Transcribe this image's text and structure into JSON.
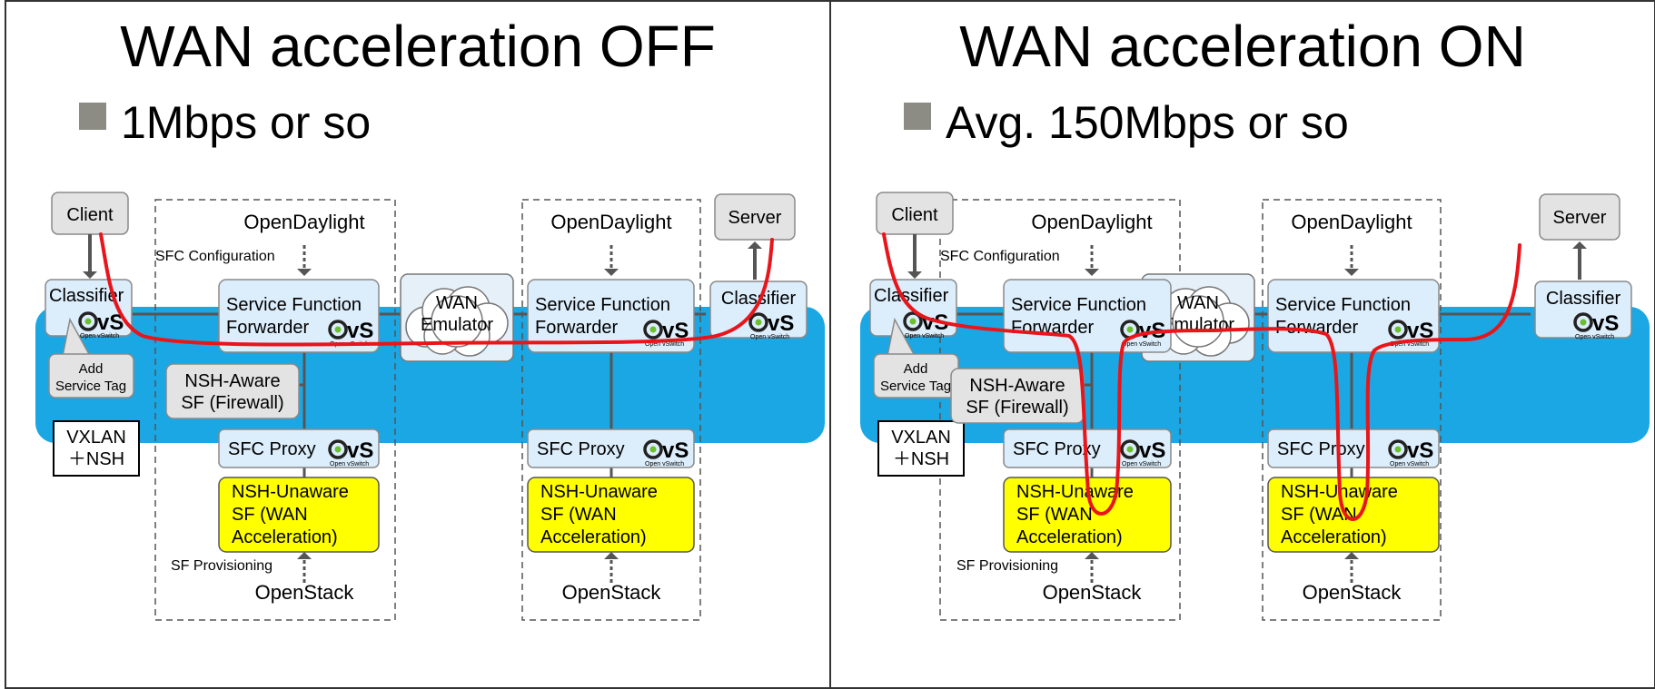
{
  "colors": {
    "accent_blue": "#1aa7e3",
    "route_red": "#e8151b",
    "highlight_yellow": "#ffff00",
    "box_blue": "#dcedfb",
    "box_gray": "#e3e3e3"
  },
  "panels": [
    {
      "title": "WAN acceleration OFF",
      "bullet": "1Mbps or so",
      "client": "Client",
      "server": "Server",
      "classifier_left": "Classifier",
      "classifier_right": "Classifier",
      "add_service_tag": [
        "Add",
        "Service Tag"
      ],
      "vxlan_nsh": [
        "VXLAN",
        "＋NSH"
      ],
      "nsh_aware": [
        "NSH-Aware",
        "SF (Firewall)"
      ],
      "wan_emulator": [
        "WAN",
        "Emulator"
      ],
      "domains": [
        {
          "controller": "OpenDaylight",
          "sfc_configuration": "SFC Configuration",
          "sff": [
            "Service Function",
            "Forwarder"
          ],
          "sfc_proxy": "SFC Proxy",
          "nsh_unaware": [
            "NSH-Unaware",
            "SF (WAN",
            "Acceleration)"
          ],
          "sf_provisioning": "SF Provisioning",
          "orchestrator": "OpenStack"
        },
        {
          "controller": "OpenDaylight",
          "sfc_configuration": "",
          "sff": [
            "Service Function",
            "Forwarder"
          ],
          "sfc_proxy": "SFC Proxy",
          "nsh_unaware": [
            "NSH-Unaware",
            "SF (WAN",
            "Acceleration)"
          ],
          "sf_provisioning": "",
          "orchestrator": "OpenStack"
        }
      ],
      "ovs_label": "OvS",
      "ovs_sublabel": "Open vSwitch",
      "wan_acceleration": "off"
    },
    {
      "title": "WAN acceleration ON",
      "bullet": "Avg. 150Mbps or so",
      "client": "Client",
      "server": "Server",
      "classifier_left": "Classifier",
      "classifier_right": "Classifier",
      "add_service_tag": [
        "Add",
        "Service Tag"
      ],
      "vxlan_nsh": [
        "VXLAN",
        "＋NSH"
      ],
      "nsh_aware": [
        "NSH-Aware",
        "SF (Firewall)"
      ],
      "wan_emulator": [
        "WAN",
        "Emulator"
      ],
      "domains": [
        {
          "controller": "OpenDaylight",
          "sfc_configuration": "SFC Configuration",
          "sff": [
            "Service Function",
            "Forwarder"
          ],
          "sfc_proxy": "SFC Proxy",
          "nsh_unaware": [
            "NSH-Unaware",
            "SF (WAN",
            "Acceleration)"
          ],
          "sf_provisioning": "SF Provisioning",
          "orchestrator": "OpenStack"
        },
        {
          "controller": "OpenDaylight",
          "sfc_configuration": "",
          "sff": [
            "Service Function",
            "Forwarder"
          ],
          "sfc_proxy": "SFC Proxy",
          "nsh_unaware": [
            "NSH-Unaware",
            "SF (WAN",
            "Acceleration)"
          ],
          "sf_provisioning": "",
          "orchestrator": "OpenStack"
        }
      ],
      "ovs_label": "OvS",
      "ovs_sublabel": "Open vSwitch",
      "wan_acceleration": "on"
    }
  ]
}
